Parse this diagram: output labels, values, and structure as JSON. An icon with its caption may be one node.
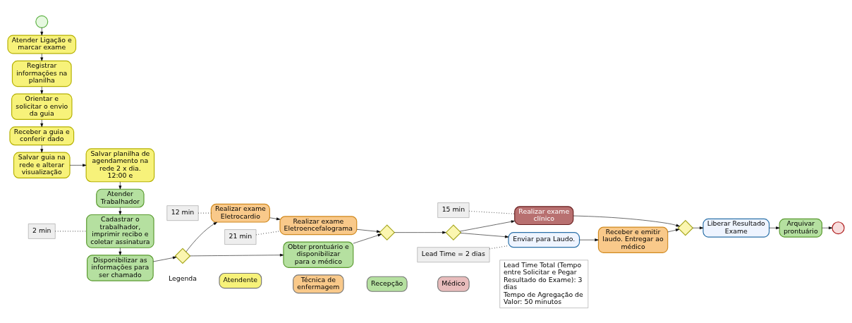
{
  "diagram": {
    "nodes": [
      {
        "text": [],
        "shape": "circle"
      },
      {
        "text": [
          "Atender Ligação e marcar exame"
        ]
      },
      {
        "text": [
          "Registrar informações na planilha"
        ]
      },
      {
        "text": [
          "Orientar e solicitar o envio da guia"
        ]
      },
      {
        "text": [
          "Receber a guia e conferir dado"
        ]
      },
      {
        "text": [
          "Salvar guia na rede e alterar visualização"
        ]
      },
      {
        "text": [
          "Salvar planilha de agendamento na rede 2 x dia. 12:00 e"
        ]
      },
      {
        "text": [
          "Atender Trabalhador"
        ]
      },
      {
        "text": [
          "Cadastrar o trabalhador, imprimir recibo e coletar assinatura"
        ]
      },
      {
        "text": [
          "Disponibilizar as informações para ser chamado"
        ]
      },
      {
        "text": [],
        "shape": "diamond"
      },
      {
        "text": [
          "Realizar exame Eletrocardio"
        ]
      },
      {
        "text": [
          "Realizar exame Eletroencefalograma"
        ]
      },
      {
        "text": [
          "Obter prontuário e disponibilizar para o médico"
        ]
      },
      {
        "text": [],
        "shape": "diamond"
      },
      {
        "text": [],
        "shape": "diamond"
      },
      {
        "text": [
          "Realizar exame clínico"
        ]
      },
      {
        "text": [
          "Enviar para Laudo."
        ]
      },
      {
        "text": [
          "Receber e emitir laudo. Entregar ao médico"
        ]
      },
      {
        "text": [],
        "shape": "diamond"
      },
      {
        "text": [
          "Liberar Resultado Exame"
        ]
      },
      {
        "text": [
          "Arquivar prontuário"
        ]
      },
      {
        "text": [],
        "shape": "circle"
      },
      {
        "text": [
          "12 min"
        ]
      },
      {
        "text": [
          "21 min"
        ]
      },
      {
        "text": [
          "15 min"
        ]
      },
      {
        "text": [
          "2 min"
        ]
      },
      {
        "text": [
          "Lead Time = 2 dias"
        ]
      }
    ],
    "edges": [
      {
        "from": 0,
        "to": 1,
        "arrow": "to"
      },
      {
        "from": 1,
        "to": 2,
        "arrow": "to"
      },
      {
        "from": 2,
        "to": 3,
        "arrow": "to"
      },
      {
        "from": 3,
        "to": 4,
        "arrow": "to"
      },
      {
        "from": 4,
        "to": 5,
        "arrow": "to"
      },
      {
        "from": 5,
        "to": 6,
        "arrow": "to"
      },
      {
        "from": 6,
        "to": 7,
        "arrow": "to"
      },
      {
        "from": 7,
        "to": 8,
        "arrow": "to"
      },
      {
        "from": 8,
        "to": 9,
        "arrow": "to"
      },
      {
        "from": 9,
        "to": 10,
        "arrow": "to"
      },
      {
        "from": 10,
        "to": 11,
        "arrow": "to"
      },
      {
        "from": 10,
        "to": 13,
        "arrow": "to"
      },
      {
        "from": 11,
        "to": 12,
        "arrow": "to"
      },
      {
        "from": 12,
        "to": 14,
        "arrow": "to"
      },
      {
        "from": 13,
        "to": 14,
        "arrow": "to"
      },
      {
        "from": 14,
        "to": 15,
        "arrow": "to"
      },
      {
        "from": 15,
        "to": 16,
        "arrow": "to"
      },
      {
        "from": 15,
        "to": 17,
        "arrow": "to"
      },
      {
        "from": 17,
        "to": 18,
        "arrow": "to"
      },
      {
        "from": 16,
        "to": 19,
        "arrow": "to"
      },
      {
        "from": 18,
        "to": 19,
        "arrow": "to"
      },
      {
        "from": 19,
        "to": 20,
        "arrow": "to"
      },
      {
        "from": 20,
        "to": 21,
        "arrow": "to"
      },
      {
        "from": 21,
        "to": 22,
        "arrow": "to"
      },
      {
        "from": 23,
        "to": 11,
        "arrow": "none",
        "style": "dashed"
      },
      {
        "from": 24,
        "to": 12,
        "arrow": "none",
        "style": "dashed"
      },
      {
        "from": 25,
        "to": 16,
        "arrow": "none",
        "style": "dashed"
      },
      {
        "from": 26,
        "to": 8,
        "arrow": "none",
        "style": "dashed"
      },
      {
        "from": 27,
        "to": 17,
        "arrow": "none",
        "style": "dashed"
      }
    ],
    "labels": [
      "Legenda",
      "Lead Time Total (Tempo entre Solicitar e Pegar Resultado do Exame): 3 dias",
      "Tempo de Agregação de Valor: 50 minutos"
    ],
    "legend": [
      {
        "text": "Atendente",
        "color": "#f7f27a"
      },
      {
        "text": "Técnica de enfermagem",
        "color": "#f9c98a"
      },
      {
        "text": "Recepção",
        "color": "#b5e0a0"
      },
      {
        "text": "Médico",
        "color": "#e8bcbc"
      }
    ]
  }
}
